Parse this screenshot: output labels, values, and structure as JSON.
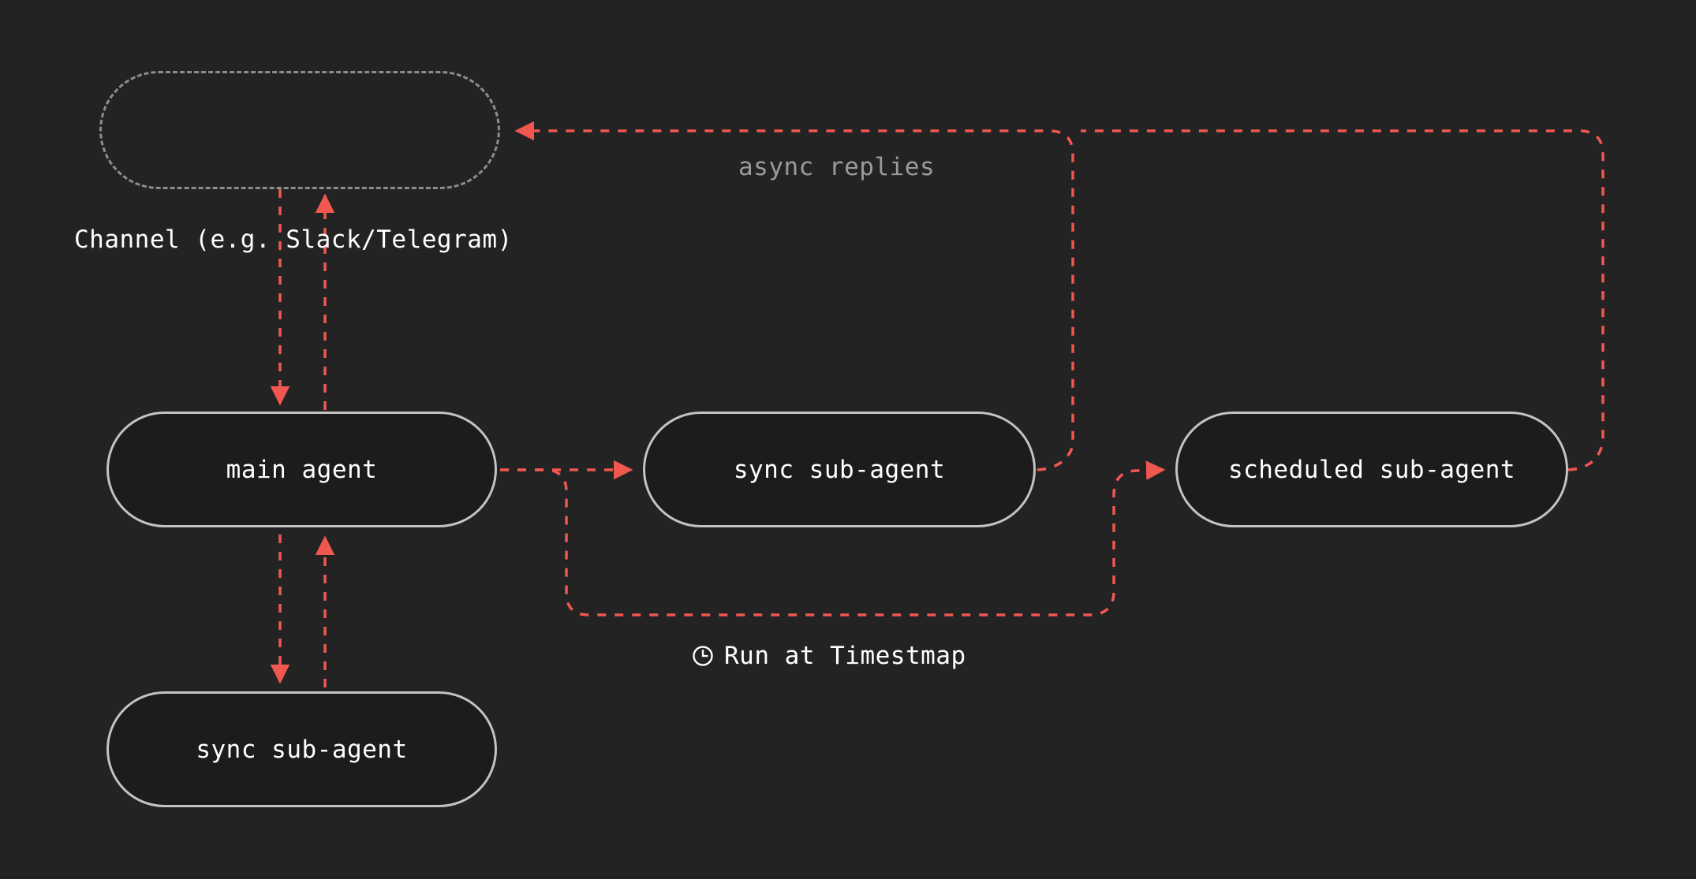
{
  "diagram": {
    "title": "agent orchestration flow",
    "background_color": "#232323",
    "node_fill": "#1c1c1c",
    "node_border": "#c3c3c3",
    "dashed_node_border": "#8d8d8d",
    "edge_color": "#f0584f",
    "text_color": "#ffffff",
    "muted_text_color": "#9b9b9b",
    "nodes": [
      {
        "id": "channel",
        "label": "",
        "style": "dashed-pill"
      },
      {
        "id": "main",
        "label": "main agent",
        "style": "solid-pill"
      },
      {
        "id": "sync_top",
        "label": "sync sub-agent",
        "style": "solid-pill"
      },
      {
        "id": "scheduled",
        "label": "scheduled sub-agent",
        "style": "solid-pill"
      },
      {
        "id": "sync_bottom",
        "label": "sync sub-agent",
        "style": "solid-pill"
      }
    ],
    "labels": [
      {
        "id": "channel_caption",
        "text": "Channel (e.g. Slack/Telegram)"
      },
      {
        "id": "async_replies",
        "text": "async replies"
      },
      {
        "id": "run_at_timestamp",
        "text": "Run at Timestmap",
        "icon": "clock-icon"
      }
    ],
    "edges": [
      {
        "id": "channel-to-main",
        "from": "channel",
        "to": "main",
        "label": ""
      },
      {
        "id": "main-to-channel",
        "from": "main",
        "to": "channel",
        "label": ""
      },
      {
        "id": "main-to-sync-bottom",
        "from": "main",
        "to": "sync_bottom",
        "label": ""
      },
      {
        "id": "sync-bottom-to-main",
        "from": "sync_bottom",
        "to": "main",
        "label": ""
      },
      {
        "id": "main-to-sync-top",
        "from": "main",
        "to": "sync_top",
        "label": ""
      },
      {
        "id": "main-to-scheduled",
        "from": "main",
        "to": "scheduled",
        "label": "Run at Timestmap"
      },
      {
        "id": "sync-top-to-channel",
        "from": "sync_top",
        "to": "channel",
        "label": "async replies"
      },
      {
        "id": "scheduled-to-channel",
        "from": "scheduled",
        "to": "channel",
        "label": "async replies"
      }
    ]
  }
}
